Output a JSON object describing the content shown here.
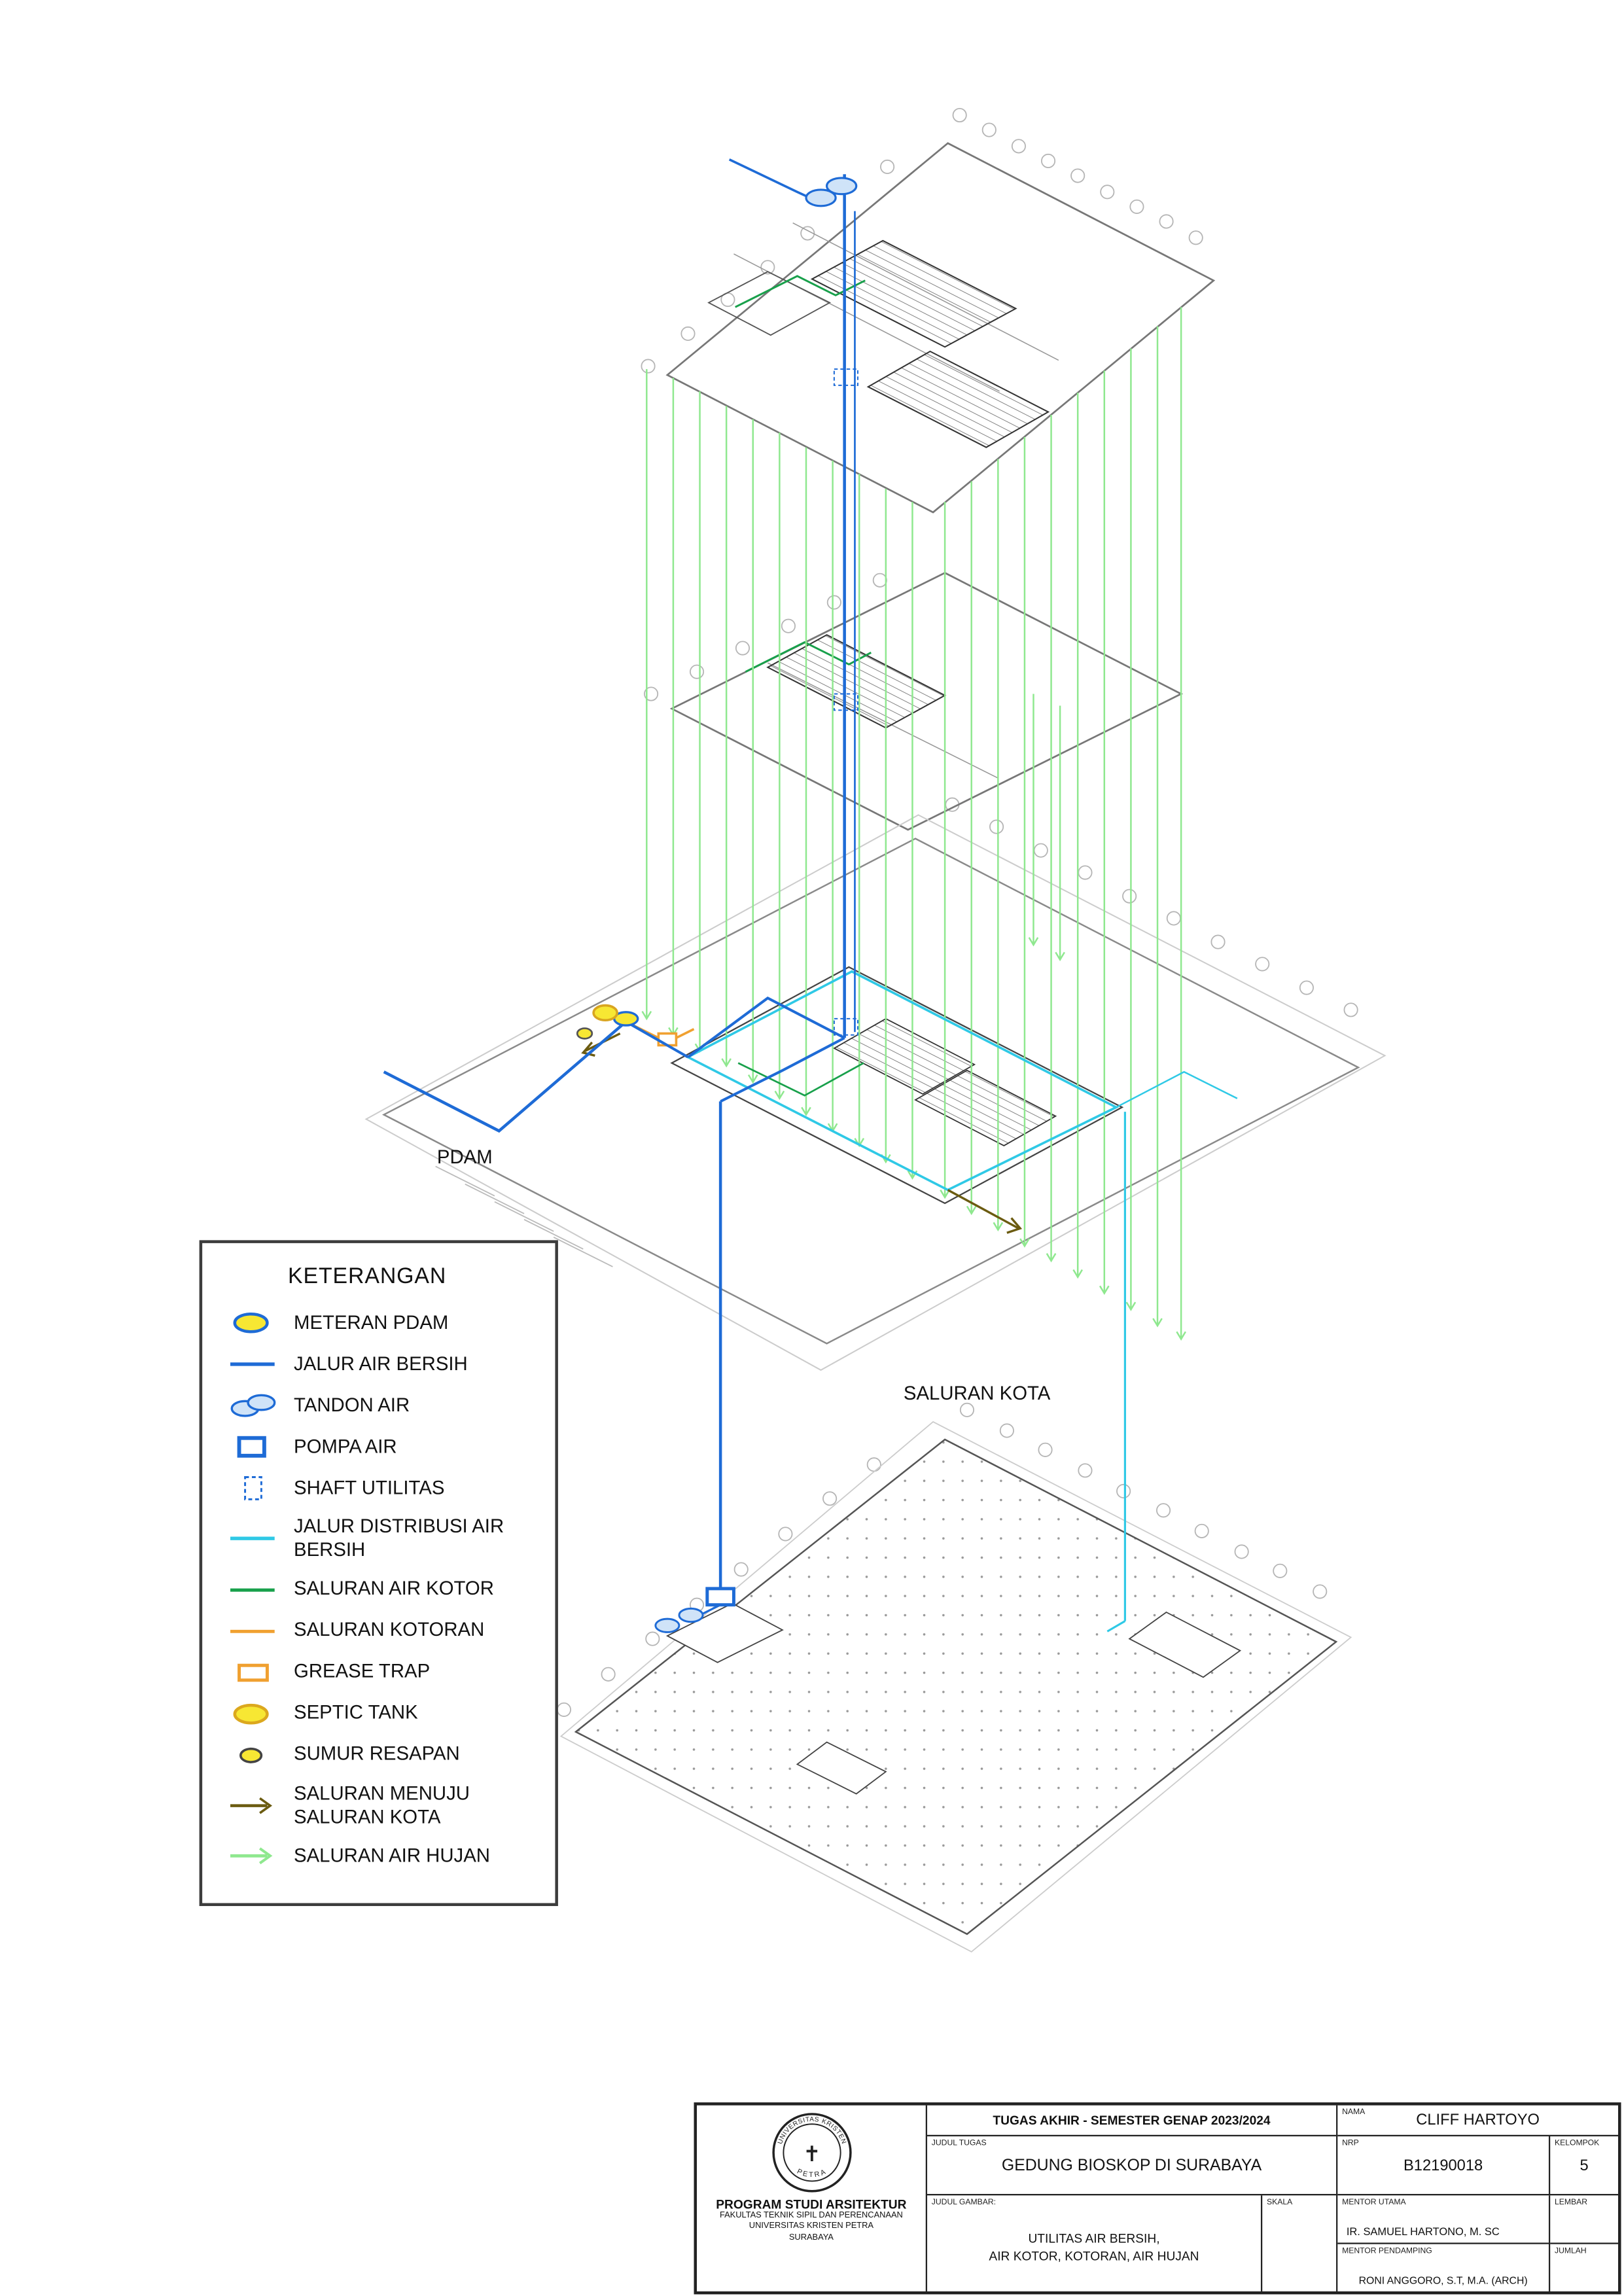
{
  "drawing": {
    "labels": {
      "pdam": "PDAM",
      "saluran_kota": "SALURAN KOTA"
    }
  },
  "legend": {
    "title": "KETERANGAN",
    "items": [
      {
        "id": "meteran-pdam",
        "label": "METERAN PDAM"
      },
      {
        "id": "jalur-air-bersih",
        "label": "JALUR AIR BERSIH"
      },
      {
        "id": "tandon-air",
        "label": "TANDON AIR"
      },
      {
        "id": "pompa-air",
        "label": "POMPA AIR"
      },
      {
        "id": "shaft-utilitas",
        "label": "SHAFT UTILITAS"
      },
      {
        "id": "jalur-distribusi-air-bersih",
        "label": "JALUR DISTRIBUSI AIR BERSIH"
      },
      {
        "id": "saluran-air-kotor",
        "label": "SALURAN AIR KOTOR"
      },
      {
        "id": "saluran-kotoran",
        "label": "SALURAN KOTORAN"
      },
      {
        "id": "grease-trap",
        "label": "GREASE TRAP"
      },
      {
        "id": "septic-tank",
        "label": "SEPTIC TANK"
      },
      {
        "id": "sumur-resapan",
        "label": "SUMUR RESAPAN"
      },
      {
        "id": "saluran-menuju-saluran-kota",
        "label": "SALURAN MENUJU SALURAN KOTA"
      },
      {
        "id": "saluran-air-hujan",
        "label": "SALURAN AIR HUJAN"
      }
    ]
  },
  "title_block": {
    "header": "TUGAS AKHIR - SEMESTER GENAP 2023/2024",
    "program": "PROGRAM STUDI ARSITEKTUR",
    "faculty_line1": "FAKULTAS TEKNIK SIPIL DAN PERENCANAAN",
    "faculty_line2": "UNIVERSITAS KRISTEN PETRA",
    "faculty_line3": "SURABAYA",
    "logo_top": "UNIVERSITAS KRISTEN",
    "logo_bottom": "PETRA",
    "judul_tugas_label": "JUDUL TUGAS",
    "judul_tugas": "GEDUNG BIOSKOP DI SURABAYA",
    "judul_gambar_label": "JUDUL GAMBAR:",
    "judul_gambar_line1": "UTILITAS AIR BERSIH,",
    "judul_gambar_line2": "AIR KOTOR, KOTORAN, AIR HUJAN",
    "skala_label": "SKALA",
    "nama_label": "NAMA",
    "nama": "CLIFF HARTOYO",
    "nrp_label": "NRP",
    "nrp": "B12190018",
    "kelompok_label": "KELOMPOK",
    "kelompok": "5",
    "mentor_utama_label": "MENTOR UTAMA",
    "mentor_utama": "IR. SAMUEL HARTONO, M. SC",
    "mentor_pendamping_label": "MENTOR PENDAMPING",
    "mentor_pendamping": "RONI ANGGORO, S.T, M.A. (ARCH)",
    "lembar_label": "LEMBAR",
    "jumlah_label": "JUMLAH"
  },
  "colors": {
    "air_bersih": "#1e6bd6",
    "distribusi_air_bersih": "#2fc9e6",
    "air_kotor": "#18a04b",
    "kotoran": "#f0a030",
    "air_hujan": "#8fe88f",
    "septic": "#f7e733",
    "menuju_kota": "#6b5b10"
  }
}
